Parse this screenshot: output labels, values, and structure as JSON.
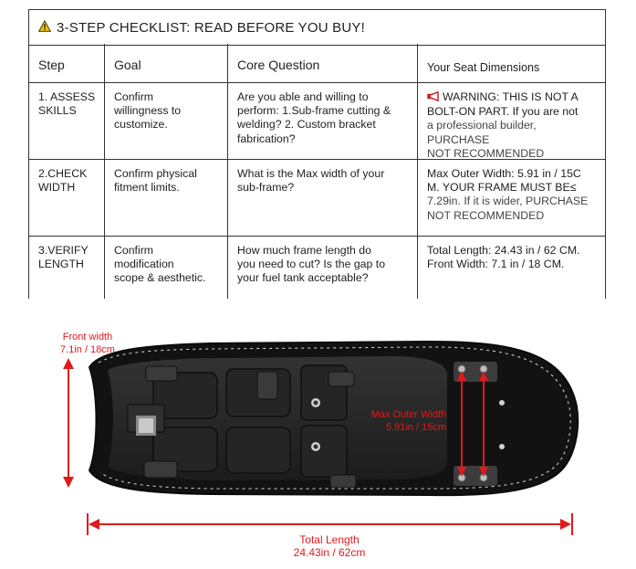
{
  "checklist": {
    "title": "3-STEP CHECKLIST: READ BEFORE YOU BUY!",
    "headers": [
      "Step",
      "Goal",
      "Core Question",
      "Your Seat Dimensions"
    ],
    "rows": [
      {
        "step": [
          "1. ASSESS",
          "SKILLS"
        ],
        "goal": [
          "Confirm",
          "willingness to",
          "customize."
        ],
        "question": [
          "Are you able and willing to",
          "perform: 1.Sub-frame cutting &",
          "welding? 2. Custom bracket",
          "fabrication?"
        ],
        "dimensions": [
          "WARNING: THIS IS NOT A",
          "BOLT-ON PART. If you are not",
          "a professional builder, PURCHASE",
          "NOT RECOMMENDED"
        ]
      },
      {
        "step": [
          "2.CHECK",
          "WIDTH"
        ],
        "goal": [
          "Confirm physical",
          "fitment limits."
        ],
        "question": [
          "What is the Max width of your",
          "sub-frame?"
        ],
        "dimensions": [
          "Max Outer Width: 5.91 in / 15C",
          "M. YOUR FRAME MUST BE≤",
          "7.29in. If it is wider, PURCHASE",
          "NOT RECOMMENDED"
        ]
      },
      {
        "step": [
          "3.VERIFY",
          "LENGTH"
        ],
        "goal": [
          "Confirm",
          "modification",
          "scope & aesthetic."
        ],
        "question": [
          "How much frame length do",
          "you need to cut? Is the gap to",
          "your fuel tank acceptable?"
        ],
        "dimensions": [
          "Total Length: 24.43 in / 62 CM.",
          "Front Width: 7.1 in / 18 CM."
        ]
      }
    ]
  },
  "diagram": {
    "front_width_label": "Front width",
    "front_width_value": "7.1in / 18cm",
    "max_outer_width_label": "Max Outer Width",
    "max_outer_width_value": "5.91in / 15cm",
    "total_length_label": "Total Length",
    "total_length_value": "24.43in / 62cm"
  },
  "colors": {
    "accent_red": "#e0191c",
    "seat_black": "#1a1a1a",
    "warning_yellow": "#f2c200"
  }
}
